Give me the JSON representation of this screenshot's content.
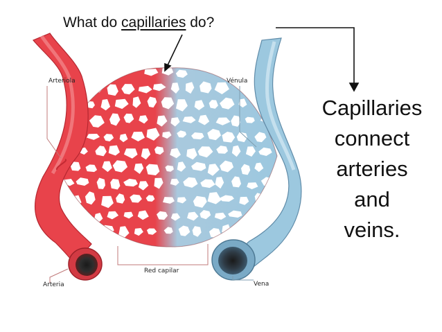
{
  "question": {
    "before": "What do ",
    "highlight": "capillaries",
    "after": " do?"
  },
  "answer_lines": [
    "Capillaries",
    "connect",
    "arteries",
    "and",
    "veins."
  ],
  "labels": {
    "arteriola": "Arteriola",
    "venula": "Vénula",
    "arteria": "Arteria",
    "vena": "Vena",
    "red_capilar": "Red capilar"
  },
  "colors": {
    "artery_red": "#e8434b",
    "artery_dark": "#c42a33",
    "vein_blue": "#9cc8df",
    "vein_dark": "#6b9fbd",
    "capillary_wall": "#ffffff"
  }
}
